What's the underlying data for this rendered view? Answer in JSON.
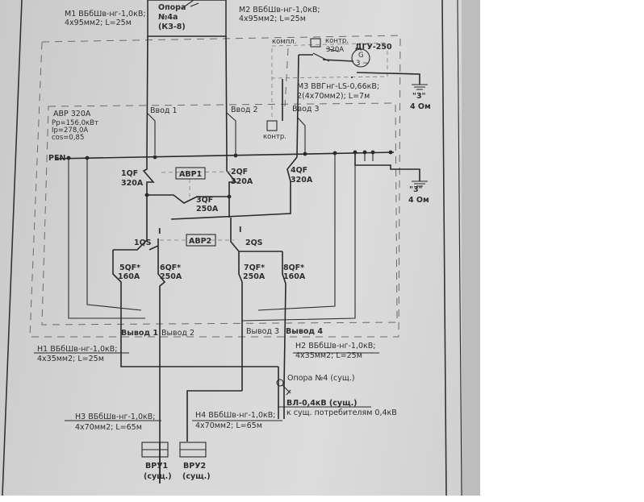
{
  "diagram": {
    "type": "single-line electrical schematic (photo of printed sheet)",
    "feeders_in": {
      "m1": {
        "line1": "М1 ВБбШв-нг-1,0кВ;",
        "line2": "4х95мм2; L=25м"
      },
      "m2": {
        "line1": "М2 ВБбШв-нг-1,0кВ;",
        "line2": "4х95мм2; L=25м"
      },
      "m3": {
        "line1": "М3 ВВГнг-LS-0,66кВ;",
        "line2": "2(4х70мм2); L=7м"
      }
    },
    "support_top": {
      "line1": "Опора",
      "line2": "№4а",
      "line3": "(КЗ-8)"
    },
    "generator": {
      "name": "ДГУ-250",
      "symbol": "G",
      "phase": "3 ~",
      "kompl": "компл.",
      "kontr": "контр.",
      "rating": "320А"
    },
    "kontr_box": "контр.",
    "grounding": [
      {
        "mark": "\"3\"",
        "value": "4 Ом"
      },
      {
        "mark": "\"3\"",
        "value": "4 Ом"
      }
    ],
    "panel": {
      "title": "АВР 320А",
      "pp": "Рр=156,0кВт",
      "ip": "Iр=278,0А",
      "cos": "cos=0,85",
      "bus": "PEN"
    },
    "inputs": [
      "Ввод 1",
      "Ввод 2",
      "Ввод 3"
    ],
    "breakers": [
      {
        "id": "1QF",
        "rating": "320А"
      },
      {
        "id": "2QF",
        "rating": "320А"
      },
      {
        "id": "3QF",
        "rating": "250А"
      },
      {
        "id": "4QF",
        "rating": "320А"
      },
      {
        "id": "5QF*",
        "rating": "160А"
      },
      {
        "id": "6QF*",
        "rating": "250А"
      },
      {
        "id": "7QF*",
        "rating": "250А"
      },
      {
        "id": "8QF*",
        "rating": "160А"
      }
    ],
    "switches": [
      "1QS",
      "2QS"
    ],
    "avr_blocks": [
      "АВР1",
      "АВР2"
    ],
    "switch_mark": "I",
    "outputs": [
      "Вывод 1",
      "Вывод 2",
      "Вывод 3",
      "Вывод 4"
    ],
    "feeders_out": {
      "h1": {
        "line1": "Н1 ВБбШв-нг-1,0кВ;",
        "line2": "4х35мм2; L=25м"
      },
      "h2": {
        "line1": "Н2 ВБбШв-нг-1,0кВ;",
        "line2": "4х35мм2; L=25м"
      },
      "h3": {
        "line1": "Н3 ВБбШв-нг-1,0кВ;",
        "line2": "4х70мм2; L=65м"
      },
      "h4": {
        "line1": "Н4 ВБбШв-нг-1,0кВ;",
        "line2": "4х70мм2; L=65м"
      }
    },
    "support_bottom": "Опора №4 (сущ.)",
    "overhead_line": {
      "line1": "ВЛ-0,4кВ (сущ.)",
      "line2": "к сущ. потребителям 0,4кВ"
    },
    "consumers": [
      {
        "name": "ВРУ1",
        "note": "(сущ.)"
      },
      {
        "name": "ВРУ2",
        "note": "(сущ.)"
      }
    ]
  }
}
